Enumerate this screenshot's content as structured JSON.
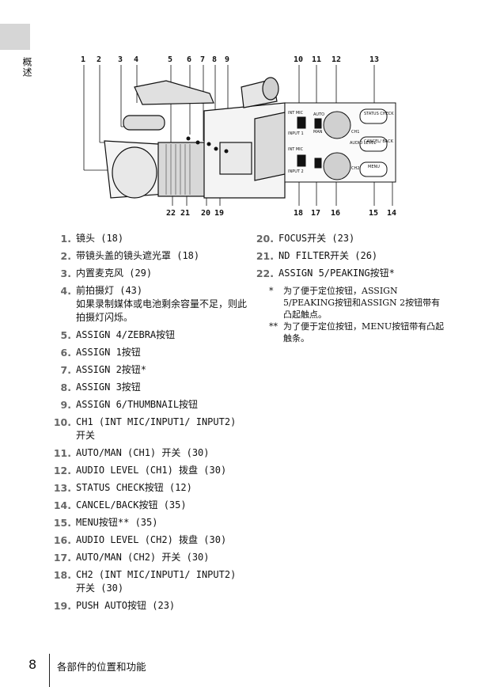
{
  "side_label": "概述",
  "callouts_top": [
    "1",
    "2",
    "3",
    "4",
    "5",
    "6",
    "7",
    "8",
    "9",
    "10",
    "11",
    "12",
    "13"
  ],
  "callouts_bottom": [
    "22",
    "21",
    "20",
    "19",
    "18",
    "17",
    "16",
    "15",
    "14"
  ],
  "figure_labels": {
    "status_check": "STATUS CHECK",
    "cancel_back": "CANCEL/ BACK",
    "menu": "MENU",
    "audio_level": "AUDIO LEVEL",
    "int_mic": "INT MIC",
    "input1": "INPUT 1",
    "input2": "INPUT 2",
    "auto": "AUTO",
    "man": "MAN",
    "ch1": "CH1",
    "ch2": "CH2"
  },
  "left_items": [
    {
      "n": "1.",
      "t": "镜头 (18)"
    },
    {
      "n": "2.",
      "t": "带镜头盖的镜头遮光罩 (18)"
    },
    {
      "n": "3.",
      "t": "内置麦克风 (29)"
    },
    {
      "n": "4.",
      "t": "前拍摄灯 (43)",
      "sub": "如果录制媒体或电池剩余容量不足，则此拍摄灯闪烁。"
    },
    {
      "n": "5.",
      "t": "ASSIGN 4/ZEBRA按钮"
    },
    {
      "n": "6.",
      "t": "ASSIGN 1按钮"
    },
    {
      "n": "7.",
      "t": "ASSIGN 2按钮*"
    },
    {
      "n": "8.",
      "t": "ASSIGN 3按钮"
    },
    {
      "n": "9.",
      "t": "ASSIGN 6/THUMBNAIL按钮"
    },
    {
      "n": "10.",
      "t": "CH1 (INT MIC/INPUT1/ INPUT2) 开关"
    },
    {
      "n": "11.",
      "t": "AUTO/MAN (CH1) 开关 (30)"
    },
    {
      "n": "12.",
      "t": "AUDIO LEVEL (CH1) 拨盘 (30)"
    },
    {
      "n": "13.",
      "t": "STATUS CHECK按钮 (12)"
    },
    {
      "n": "14.",
      "t": "CANCEL/BACK按钮 (35)"
    },
    {
      "n": "15.",
      "t": "MENU按钮** (35)"
    },
    {
      "n": "16.",
      "t": "AUDIO LEVEL (CH2) 拨盘 (30)"
    },
    {
      "n": "17.",
      "t": "AUTO/MAN (CH2) 开关 (30)"
    },
    {
      "n": "18.",
      "t": "CH2 (INT MIC/INPUT1/ INPUT2) 开关 (30)"
    },
    {
      "n": "19.",
      "t": "PUSH AUTO按钮 (23)"
    }
  ],
  "right_items": [
    {
      "n": "20.",
      "t": "FOCUS开关 (23)"
    },
    {
      "n": "21.",
      "t": "ND FILTER开关 (26)"
    },
    {
      "n": "22.",
      "t": "ASSIGN 5/PEAKING按钮*"
    }
  ],
  "notes": [
    {
      "mark": "*",
      "text": "为了便于定位按钮，ASSIGN 5/PEAKING按钮和ASSIGN 2按钮带有凸起触点。"
    },
    {
      "mark": "**",
      "text": "为了便于定位按钮，MENU按钮带有凸起触条。"
    }
  ],
  "footer": {
    "page": "8",
    "title": "各部件的位置和功能"
  }
}
